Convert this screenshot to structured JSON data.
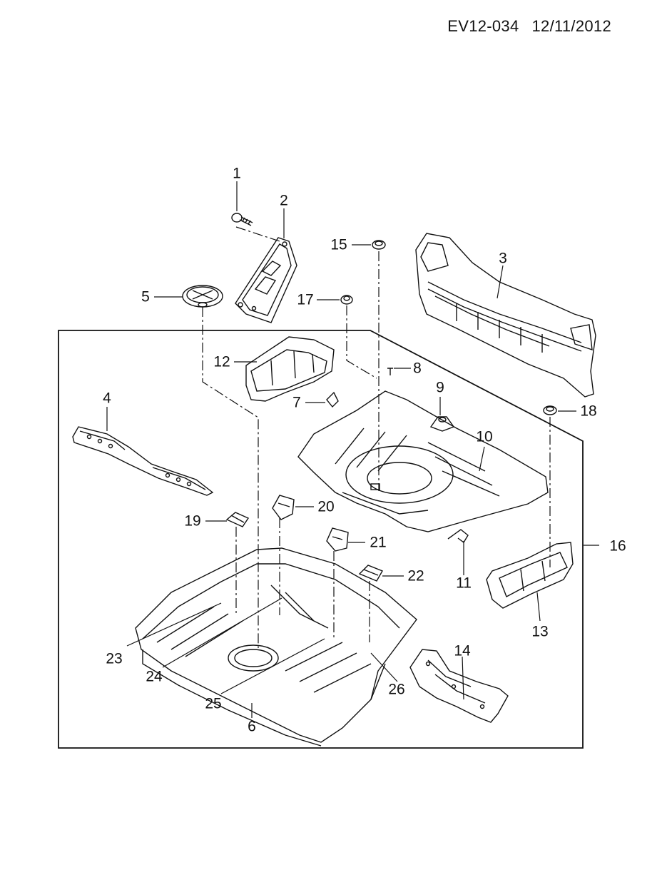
{
  "header": {
    "code": "EV12-034",
    "date": "12/11/2012"
  },
  "callouts": [
    {
      "id": "c1",
      "text": "1"
    },
    {
      "id": "c2",
      "text": "2"
    },
    {
      "id": "c3",
      "text": "3"
    },
    {
      "id": "c4",
      "text": "4"
    },
    {
      "id": "c5",
      "text": "5"
    },
    {
      "id": "c6",
      "text": "6"
    },
    {
      "id": "c7",
      "text": "7"
    },
    {
      "id": "c8",
      "text": "8"
    },
    {
      "id": "c9",
      "text": "9"
    },
    {
      "id": "c10",
      "text": "10"
    },
    {
      "id": "c11",
      "text": "11"
    },
    {
      "id": "c12",
      "text": "12"
    },
    {
      "id": "c13",
      "text": "13"
    },
    {
      "id": "c14",
      "text": "14"
    },
    {
      "id": "c15",
      "text": "15"
    },
    {
      "id": "c16",
      "text": "16"
    },
    {
      "id": "c17",
      "text": "17"
    },
    {
      "id": "c18",
      "text": "18"
    },
    {
      "id": "c19",
      "text": "19"
    },
    {
      "id": "c20",
      "text": "20"
    },
    {
      "id": "c21",
      "text": "21"
    },
    {
      "id": "c22",
      "text": "22"
    },
    {
      "id": "c23",
      "text": "23"
    },
    {
      "id": "c24",
      "text": "24"
    },
    {
      "id": "c25",
      "text": "25"
    },
    {
      "id": "c26",
      "text": "26"
    }
  ]
}
